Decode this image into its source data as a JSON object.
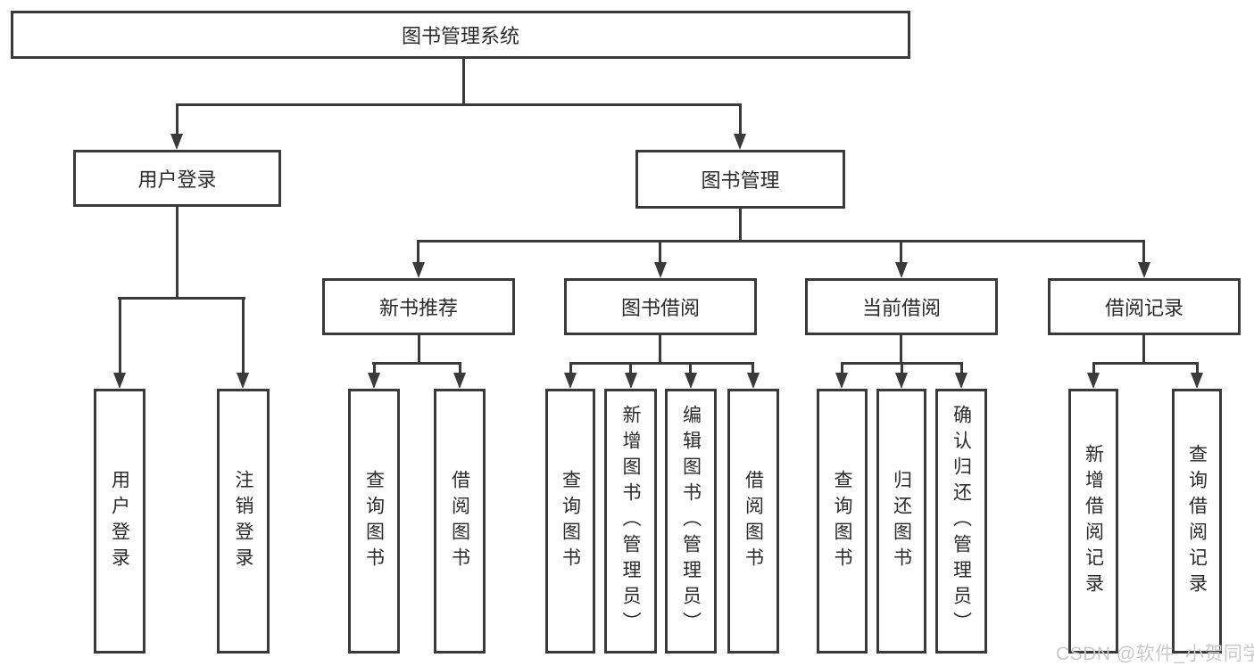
{
  "colors": {
    "line": "#3a3a3a",
    "box_border": "#3a3a3a",
    "text": "#2b2b2b",
    "watermark_text": "#c9c9c9",
    "background": "#ffffff"
  },
  "diagram": {
    "root": {
      "label": "图书管理系统"
    },
    "level2": {
      "user_login": {
        "label": "用户登录"
      },
      "book_management": {
        "label": "图书管理"
      }
    },
    "level3": {
      "new_books": {
        "label": "新书推荐"
      },
      "borrowing": {
        "label": "图书借阅"
      },
      "current_borrowing": {
        "label": "当前借阅"
      },
      "borrow_records": {
        "label": "借阅记录"
      }
    },
    "leaves": {
      "user_login": [
        "用户登录",
        "注销登录"
      ],
      "new_books": [
        "查询图书",
        "借阅图书"
      ],
      "borrowing": [
        "查询图书",
        "新增图书（管理员）",
        "编辑图书（管理员）",
        "借阅图书"
      ],
      "current_borrowing": [
        "查询图书",
        "归还图书",
        "确认归还（管理员）"
      ],
      "borrow_records": [
        "新增借阅记录",
        "查询借阅记录"
      ]
    }
  },
  "watermark": {
    "text": "CSDN @软件_小贺同学"
  }
}
